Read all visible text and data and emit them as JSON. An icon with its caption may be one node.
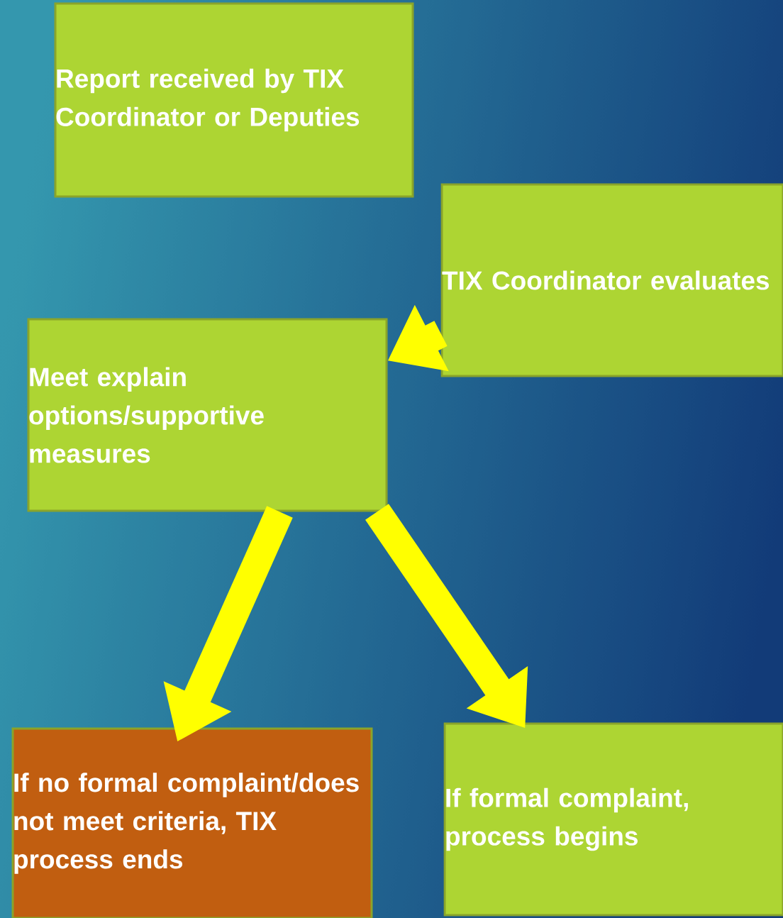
{
  "diagram": {
    "nodes": [
      {
        "text": [
          "Report received by TIX Coordinator or Deputies"
        ]
      },
      {
        "text": [
          "TIX Coordinator evaluates"
        ]
      },
      {
        "text": [
          "Meet explain options/supportive measures"
        ]
      },
      {
        "text": [
          "If no formal complaint/does not meet criteria, TIX process ends"
        ]
      },
      {
        "text": [
          "If formal complaint, process begins"
        ]
      }
    ],
    "edges": [
      {
        "from": 1,
        "to": 2,
        "arrow": "to"
      },
      {
        "from": 2,
        "to": 3,
        "arrow": "to"
      },
      {
        "from": 2,
        "to": 4,
        "arrow": "to"
      }
    ]
  }
}
